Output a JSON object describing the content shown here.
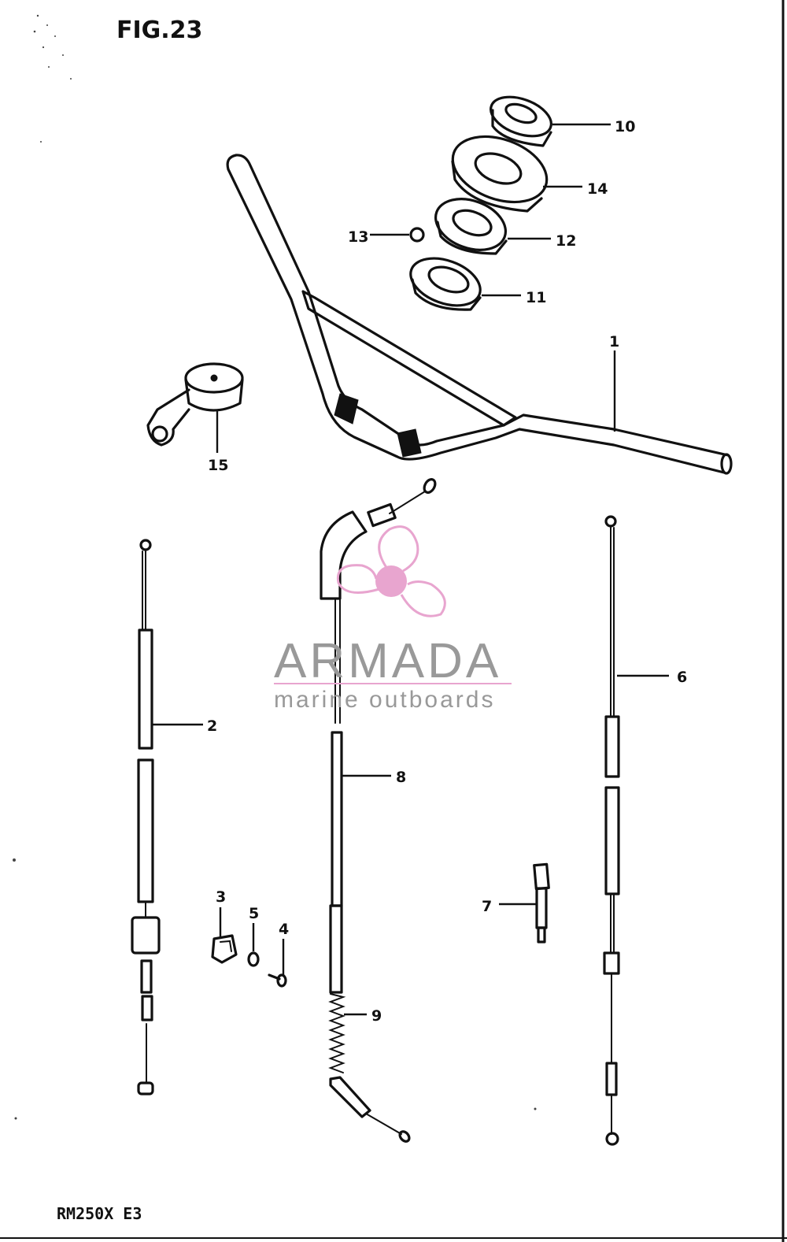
{
  "figure": {
    "title": "FIG.23",
    "model": "RM250X E3"
  },
  "watermark": {
    "brand": "ARMADA",
    "tagline": "marine outboards",
    "logo_icon": "propeller-icon",
    "color_text": "#999999",
    "color_logo": "#e8a5cf"
  },
  "callouts": [
    {
      "id": "1",
      "part": "handlebar"
    },
    {
      "id": "2",
      "part": "cable-left"
    },
    {
      "id": "3",
      "part": "clamp"
    },
    {
      "id": "4",
      "part": "screw"
    },
    {
      "id": "5",
      "part": "nut"
    },
    {
      "id": "6",
      "part": "cable-right"
    },
    {
      "id": "7",
      "part": "adjuster"
    },
    {
      "id": "8",
      "part": "throttle-cable"
    },
    {
      "id": "9",
      "part": "spring-guide"
    },
    {
      "id": "10",
      "part": "grip-end-cap"
    },
    {
      "id": "11",
      "part": "bushing"
    },
    {
      "id": "12",
      "part": "ring"
    },
    {
      "id": "13",
      "part": "ball"
    },
    {
      "id": "14",
      "part": "washer"
    },
    {
      "id": "15",
      "part": "lever-holder"
    }
  ]
}
